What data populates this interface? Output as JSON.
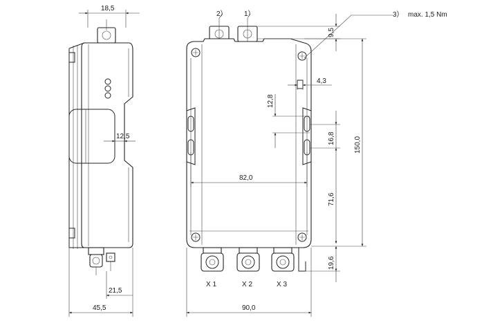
{
  "side_view": {
    "dim_connector_width": "18,5",
    "dim_depth": "12,5",
    "dim_bottom_connector": "21,5",
    "dim_total_width": "45,5"
  },
  "front_view": {
    "callout_2": "2）",
    "callout_1": "1）",
    "callout_3": "3）",
    "torque_note": "max. 1,5 Nm",
    "dim_top": "9,5",
    "dim_notch": "4,3",
    "dim_slot_spacing": "12,8",
    "dim_slot_height": "16,8",
    "dim_total_height": "150,0",
    "dim_hole_spacing": "82,0",
    "dim_mid": "71,6",
    "dim_bottom": "19,6",
    "dim_total_width": "90,0",
    "port_x1": "X 1",
    "port_x2": "X 2",
    "port_x3": "X 3"
  }
}
